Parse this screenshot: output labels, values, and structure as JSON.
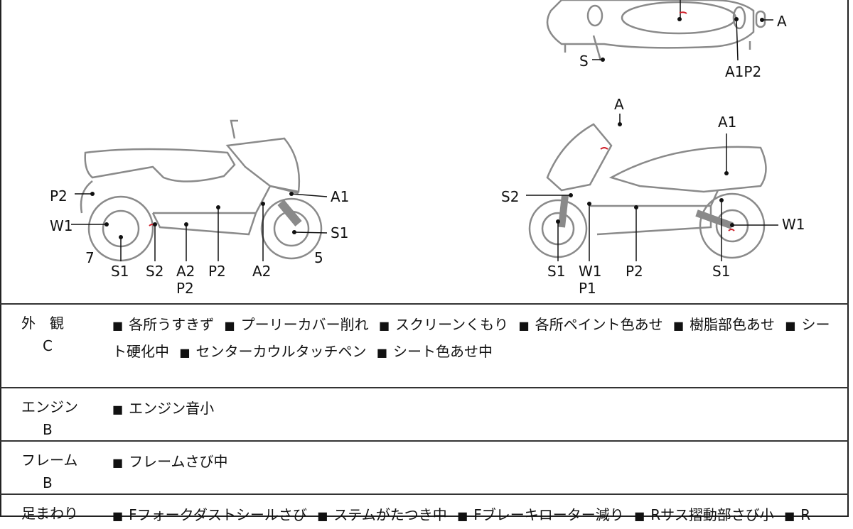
{
  "diagram_labels": {
    "top_view": {
      "s": "S",
      "a": "A",
      "a1p2": "A1P2"
    },
    "left_view": {
      "p2_rear": "P2",
      "w1": "W1",
      "num7": "7",
      "s1_rear": "S1",
      "s2": "S2",
      "a2_lower": "A2",
      "p2_lower": "P2",
      "p2_mid": "P2",
      "a2_front": "A2",
      "num5": "5",
      "a1": "A1",
      "s1_front": "S1"
    },
    "right_view": {
      "a_top": "A",
      "a1": "A1",
      "s2": "S2",
      "s1_front": "S1",
      "w1_front": "W1",
      "p1": "P1",
      "p2": "P2",
      "s1_rear": "S1",
      "w1_rear": "W1"
    }
  },
  "sections": [
    {
      "category": "外　観",
      "grade": "C",
      "items": [
        "各所うすきず",
        "プーリーカバー削れ",
        "スクリーンくもり",
        "各所ペイント色あせ",
        "樹脂部色あせ",
        "シート硬化中",
        "センターカウルタッチペン",
        "シート色あせ中"
      ]
    },
    {
      "category": "エンジン",
      "grade": "B",
      "items": [
        "エンジン音小"
      ]
    },
    {
      "category": "フレーム",
      "grade": "B",
      "items": [
        "フレームさび中"
      ]
    },
    {
      "category": "足まわり",
      "grade": "",
      "items": [
        "Fフォークダストシールさび",
        "ステムがたつき中",
        "Fブレーキローター減り",
        "Rサス摺動部さび小",
        "R"
      ]
    }
  ],
  "bullet": "■",
  "colors": {
    "line": "#888888",
    "mark": "#d0202a",
    "text": "#111111"
  }
}
